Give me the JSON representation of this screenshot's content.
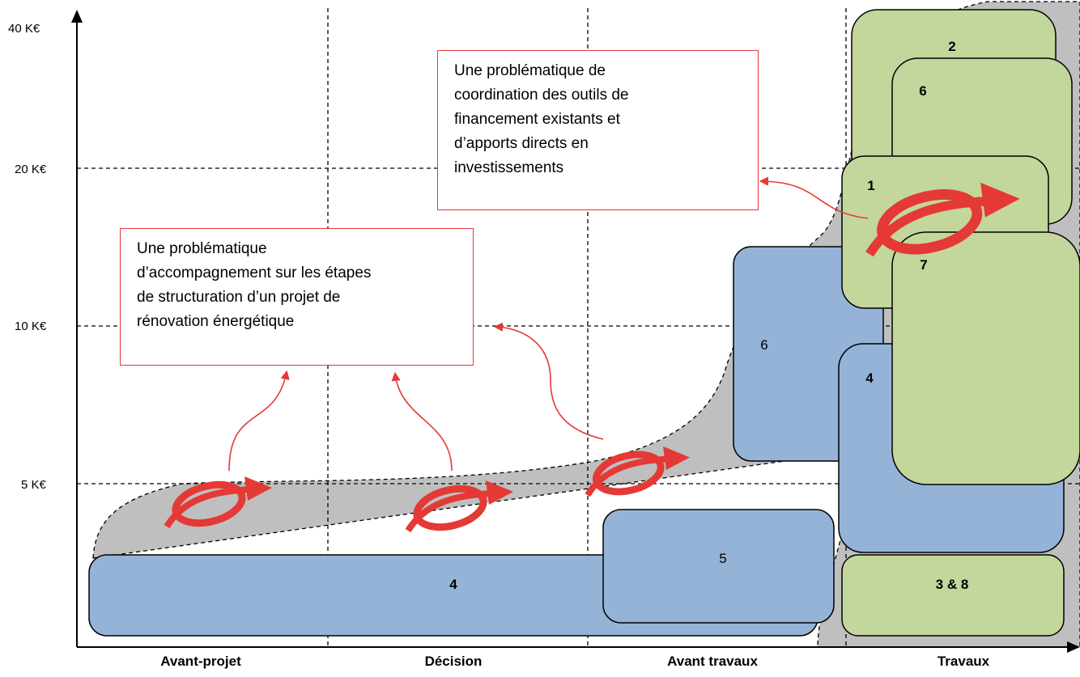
{
  "y_axis": {
    "ticks": [
      "40 K€",
      "20 K€",
      "10 K€",
      "5 K€"
    ]
  },
  "x_axis": {
    "phases": [
      "Avant-projet",
      "Décision",
      "Avant travaux",
      "Travaux"
    ]
  },
  "blocks": {
    "blue_4_bottom": "4",
    "blue_5": "5",
    "blue_6": "6",
    "blue_4_right": "4",
    "green_2": "2",
    "green_6": "6",
    "green_1": "1",
    "green_7": "7",
    "green_3_8": "3 & 8"
  },
  "callouts": {
    "financing": "Une problématique de\ncoordination des outils de\nfinancement existants et\nd’apports directs en\ninvestissements",
    "support": "Une problématique\nd’accompagnement sur les étapes\nde structuration d’un projet de\nrénovation énergétique"
  },
  "colors": {
    "blue_fill": "#95b3d7",
    "green_fill": "#c3d69b",
    "grey_area": "#bfbfbf",
    "red_accent": "#e53935"
  },
  "icons": [
    "circle-arrow-logo-icon"
  ]
}
